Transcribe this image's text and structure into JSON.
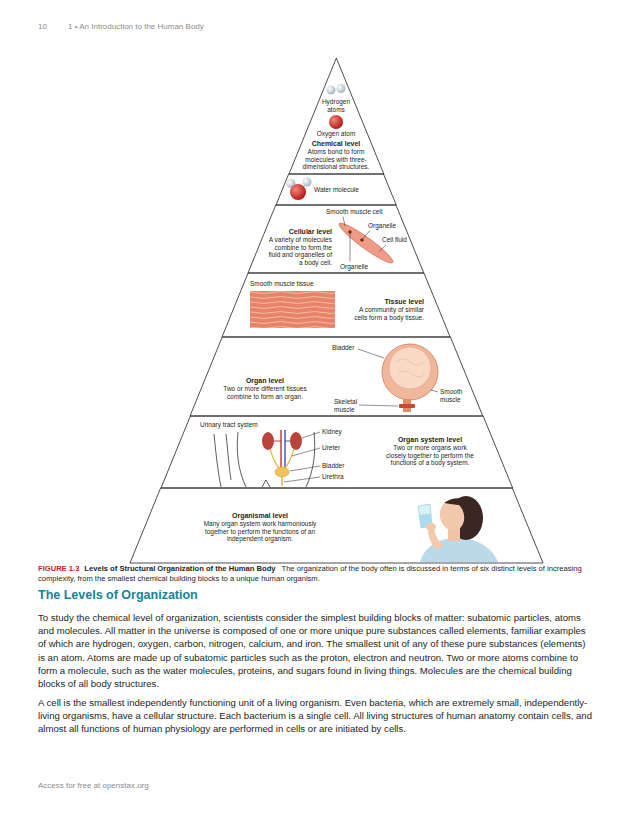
{
  "diagram": {
    "title": "The Levels of Organization",
    "caption": "The organization of the body often is discussed in terms of six distinct levels of increasing complexity, from the smallest chemical building blocks to a unique human organism.",
    "nodes": [
      {
        "text": [
          "Chemical level",
          "Atoms bond to form molecules with three-dimensional structures."
        ]
      },
      {
        "text": [
          "Water molecule"
        ]
      },
      {
        "text": [
          "Cellular level",
          "A variety of molecules combine to form the fluid and organelles of a body cell."
        ]
      },
      {
        "text": [
          "Tissue level",
          "A community of similar cells form a body tissue."
        ]
      },
      {
        "text": [
          "Organ level",
          "Two or more different tissues combine to form an organ."
        ]
      },
      {
        "text": [
          "Organ system level",
          "Two or more organs work closely together to perform the functions of a body system."
        ]
      },
      {
        "text": [
          "Organismal level",
          "Many organ system work harmoniously together to perform the functions of an independent organism."
        ]
      }
    ],
    "labels": [
      "10",
      "1 • An Introduction to the Human Body",
      "Hydrogen atoms",
      "Oxygen atom",
      "Smooth muscle cell",
      "Organelle",
      "Cell fluid",
      "Organelle",
      "Smooth muscle tissue",
      "Bladder",
      "Smooth muscle",
      "Skeletal muscle",
      "Urinary tract system",
      "Kidney",
      "Ureter",
      "Bladder",
      "Urethra",
      "FIGURE 1.3",
      "Levels of Structural Organization of the Human Body",
      "To study the chemical level of organization, scientists consider the simplest building blocks of matter: subatomic particles, atoms and molecules. All matter in the universe is composed of one or more unique pure substances called elements, familiar examples of which are hydrogen, oxygen, carbon, nitrogen, calcium, and iron. The smallest unit of any of these pure substances (elements) is an atom. Atoms are made up of subatomic particles such as the proton, electron and neutron. Two or more atoms combine to form a molecule, such as the water molecules, proteins, and sugars found in living things. Molecules are the chemical building blocks of all body structures.",
      "A cell is the smallest independently functioning unit of a living organism. Even bacteria, which are extremely small, independently-living organisms, have a cellular structure. Each bacterium is a single cell. All living structures of human anatomy contain cells, and almost all functions of human physiology are performed in cells or are initiated by cells.",
      "Access for free at openstax.org"
    ]
  }
}
